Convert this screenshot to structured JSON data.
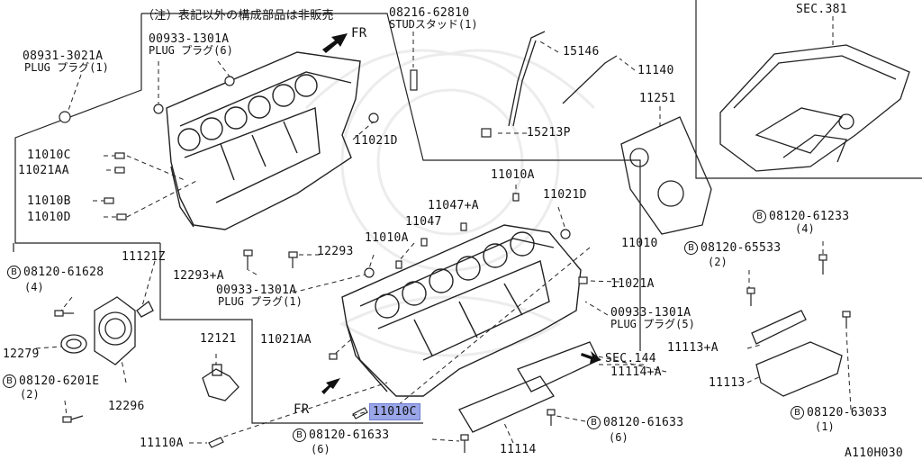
{
  "note": "（注）表記以外の構成部品は非販売",
  "fr_top": "FR",
  "fr_bottom": "FR",
  "inset": {
    "sec": "SEC.381"
  },
  "sec144": "SEC.144",
  "diagram_code": "A110H030",
  "highlighted": "11010C",
  "labels": {
    "l08931": "08931-3021A",
    "l08931_sub": "PLUG プラグ(1)",
    "l00933_top": "00933-1301A",
    "l00933_top_sub": "PLUG プラグ(6)",
    "l08216": "08216-62810",
    "l08216_sub": "STUDスタッド(1)",
    "l15146": "15146",
    "l11140": "11140",
    "l11251": "11251",
    "l15213p": "15213P",
    "l11021d_top": "11021D",
    "l11010c": "11010C",
    "l11021aa": "11021AA",
    "l11010b": "11010B",
    "l11010d": "11010D",
    "l11010a_top": "11010A",
    "l11047a": "11047+A",
    "l11047": "11047",
    "l11021d_mid": "11021D",
    "l11010a_mid": "11010A",
    "l12293": "12293",
    "l12293a": "12293+A",
    "l11010": "11010",
    "l00933_mid": "00933-1301A",
    "l00933_mid_sub": "PLUG プラグ(1)",
    "l11021a": "11021A",
    "l00933_right": "00933-1301A",
    "l00933_right_sub": "PLUG プラグ(5)",
    "l11121z": "11121Z",
    "l12279": "12279",
    "l12296": "12296",
    "l12121": "12121",
    "l11021aa_low": "11021AA",
    "l11114a": "11114+A",
    "l11114": "11114",
    "l11113a": "11113+A",
    "l11113": "11113",
    "l11110a": "11110A"
  },
  "bolts": {
    "b61628": {
      "code": "08120-61628",
      "qty": "(4)"
    },
    "b6201e": {
      "code": "08120-6201E",
      "qty": "(2)"
    },
    "b61233": {
      "code": "08120-61233",
      "qty": "(4)"
    },
    "b65533": {
      "code": "08120-65533",
      "qty": "(2)"
    },
    "b61633_r": {
      "code": "08120-61633",
      "qty": "(6)"
    },
    "b61633_b": {
      "code": "08120-61633",
      "qty": "(6)"
    },
    "b63033": {
      "code": "08120-63033",
      "qty": "(1)"
    },
    "circle_letter": "B"
  }
}
